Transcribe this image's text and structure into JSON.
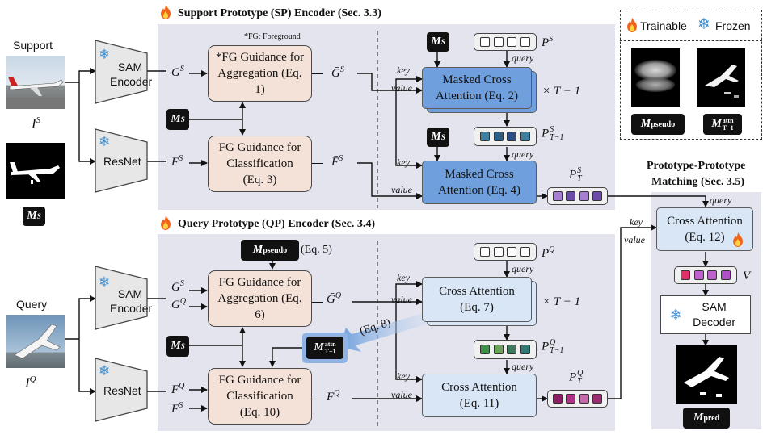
{
  "sp_encoder": {
    "title": "Support Prototype (SP) Encoder (Sec. 3.3)",
    "fg_note": "*FG: Foreground",
    "support_label": "Support",
    "support_math": "I",
    "support_sup": "S",
    "mask_label": "M",
    "mask_sup": "S",
    "sam_encoder": "SAM Encoder",
    "resnet": "ResNet",
    "gs": "G",
    "gs_sup": "S",
    "fs": "F",
    "fs_sup": "S",
    "agg_box": "*FG Guidance for Aggregation (Eq. 1)",
    "cls_box": "FG Guidance for Classification (Eq. 3)",
    "gbar": "Ḡ",
    "gbar_sup": "S",
    "fbar": "F̄",
    "fbar_sup": "S",
    "ms_a": "M",
    "ms_a_sup": "S",
    "ms_b": "M",
    "ms_b_sup": "S",
    "ms_c": "M",
    "ms_c_sup": "S",
    "p_s": "P",
    "p_s_sup": "S",
    "p_t1": "P",
    "p_t1_sup": "S",
    "p_t1_sub": "T−1",
    "p_t": "P",
    "p_t_sup": "S",
    "p_t_sub": "T",
    "query_a": "query",
    "query_b": "query",
    "key_a": "key",
    "value_a": "value",
    "key_b": "key",
    "value_b": "value",
    "mca_top": "Masked Cross Attention (Eq. 2)",
    "mca_bottom": "Masked Cross Attention (Eq. 4)",
    "times": "× T − 1"
  },
  "qp_encoder": {
    "title": "Query Prototype (QP) Encoder (Sec. 3.4)",
    "query_label": "Query",
    "query_math": "I",
    "query_sup": "Q",
    "sam_encoder": "SAM Encoder",
    "resnet": "ResNet",
    "gs": "G",
    "gs_sup": "S",
    "gq": "G",
    "gq_sup": "Q",
    "fq": "F",
    "fq_sup": "Q",
    "fs": "F",
    "fs_sup": "S",
    "mpseudo": "M",
    "mpseudo_sup": "pseudo",
    "eq5": "(Eq. 5)",
    "agg_box": "FG Guidance for Aggregation (Eq. 6)",
    "cls_box": "FG Guidance for Classification (Eq. 10)",
    "ms": "M",
    "ms_sup": "S",
    "mattn": "M",
    "mattn_sup": "attn",
    "mattn_sub": "T−1",
    "eq8": "(Eq. 8)",
    "gbar": "Ḡ",
    "gbar_sup": "Q",
    "fbar": "F̄",
    "fbar_sup": "Q",
    "p_q": "P",
    "p_q_sup": "Q",
    "p_t1": "P",
    "p_t1_sup": "Q",
    "p_t1_sub": "T−1",
    "p_t": "P",
    "p_t_sup": "Q",
    "p_t_sub": "T",
    "query_a": "query",
    "query_b": "query",
    "key_a": "key",
    "value_a": "value",
    "key_b": "key",
    "value_b": "value",
    "ca_top": "Cross Attention (Eq. 7)",
    "ca_bottom": "Cross Attention (Eq. 11)",
    "times": "× T − 1"
  },
  "legend": {
    "trainable": "Trainable",
    "frozen": "Frozen",
    "pseudo_label": "M",
    "pseudo_sup": "pseudo",
    "attn_label": "M",
    "attn_sup": "attn",
    "attn_sub": "T−1"
  },
  "matching": {
    "title_line1": "Prototype-Prototype",
    "title_line2": "Matching (Sec. 3.5)",
    "query": "query",
    "key": "key",
    "value": "value",
    "cross_attn": "Cross Attention (Eq. 12)",
    "v": "V",
    "sam_decoder": "SAM Decoder",
    "mpred": "M",
    "mpred_sup": "pred"
  },
  "colors": {
    "panel": "#e4e4ef",
    "pink_box": "#f4e2d8",
    "dark_blue": "#6f9fdc",
    "light_blue": "#d8e6f6",
    "purple_tokens": [
      "#a77fd0",
      "#6b4aa8",
      "#a77fd0",
      "#6b4aa8"
    ],
    "teal_tokens": [
      "#3f7fa0",
      "#2d5e85",
      "#2e4e83",
      "#3f7fa0"
    ],
    "green_tokens": [
      "#3f8f4a",
      "#6ba25a",
      "#3f7a5f",
      "#2f7a73"
    ],
    "magenta_tokens": [
      "#8c1f63",
      "#b03082",
      "#c56aa8",
      "#9a2c70"
    ],
    "v_tokens": [
      "#e0306a",
      "#c060d0",
      "#c060d0",
      "#b050c8"
    ]
  }
}
